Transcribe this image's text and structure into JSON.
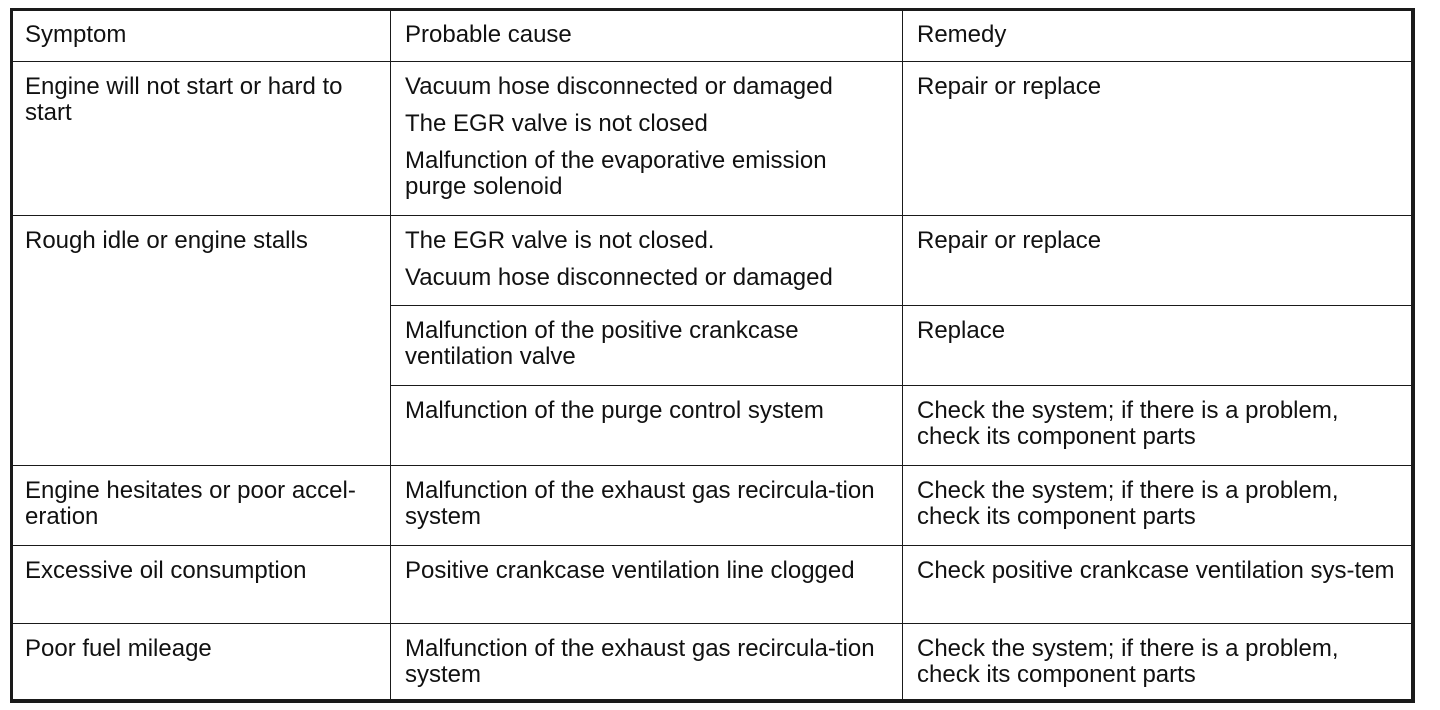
{
  "table": {
    "headers": {
      "symptom": "Symptom",
      "cause": "Probable cause",
      "remedy": "Remedy"
    },
    "rows": [
      {
        "symptom": "Engine will not start or hard to start",
        "causes": [
          "Vacuum hose disconnected or damaged",
          "The EGR valve is not closed",
          "Malfunction of the evaporative emission purge solenoid"
        ],
        "remedy": "Repair or replace"
      },
      {
        "symptom": "Rough idle or engine stalls",
        "subrows": [
          {
            "causes": [
              "The EGR valve is not closed.",
              "Vacuum hose disconnected or damaged"
            ],
            "remedy": "Repair or replace"
          },
          {
            "causes": [
              "Malfunction of the positive crankcase ventilation valve"
            ],
            "remedy": "Replace"
          },
          {
            "causes": [
              "Malfunction of the purge control system"
            ],
            "remedy": "Check the system; if there is a problem, check its component parts"
          }
        ]
      },
      {
        "symptom": "Engine hesitates or poor accel-eration",
        "causes": [
          "Malfunction of the exhaust gas recircula-tion system"
        ],
        "remedy": "Check the system; if there is a problem, check its component parts"
      },
      {
        "symptom": "Excessive oil consumption",
        "causes": [
          "Positive crankcase ventilation line clogged"
        ],
        "remedy": "Check positive crankcase ventilation sys-tem"
      },
      {
        "symptom": "Poor fuel mileage",
        "causes": [
          "Malfunction of the exhaust gas recircula-tion system"
        ],
        "remedy": "Check the system; if there is a problem, check its component parts"
      }
    ]
  }
}
